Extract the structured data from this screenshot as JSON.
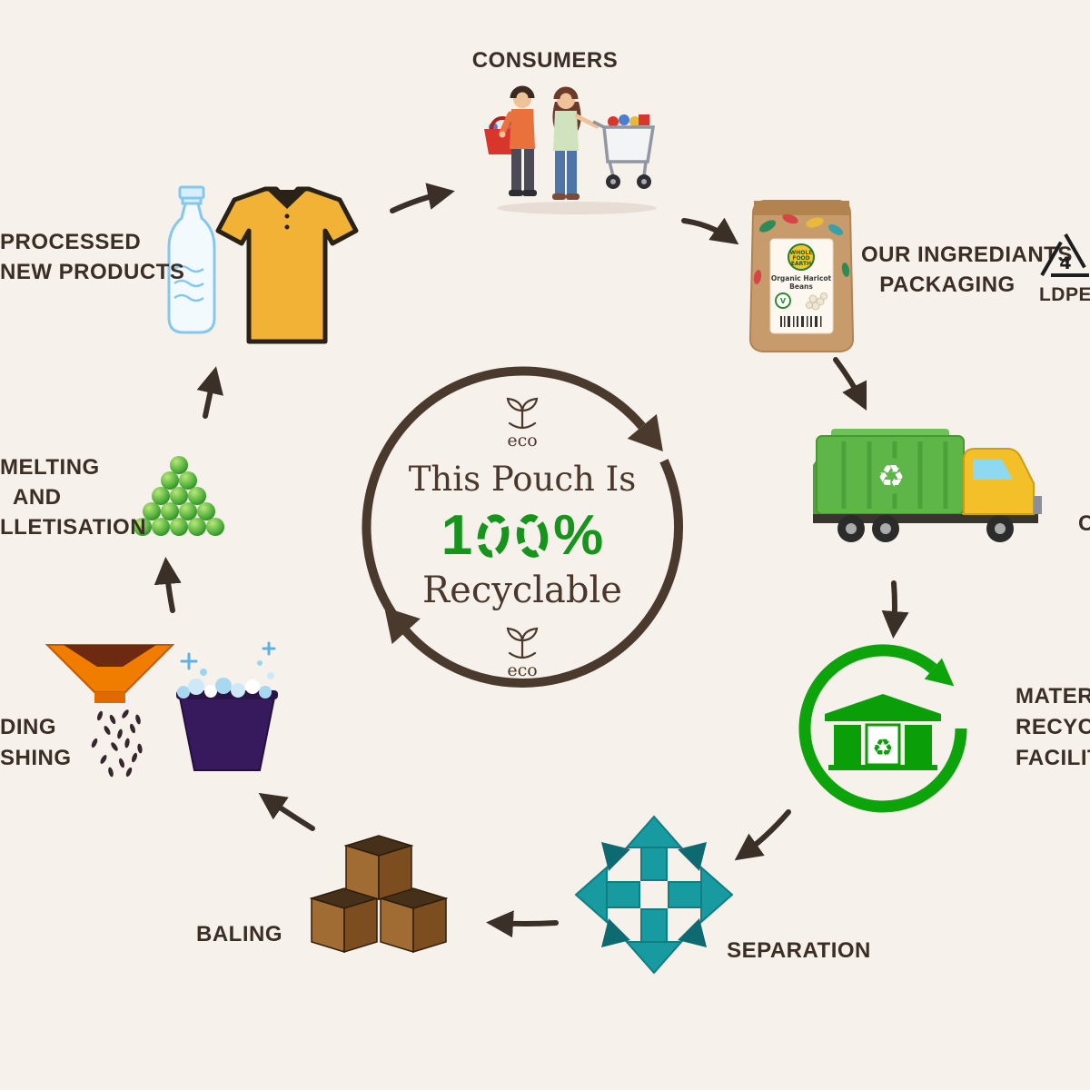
{
  "canvas": {
    "background": "#f7f1ec",
    "label_color": "#3b2e24",
    "arrow_color": "#3a3028"
  },
  "center": {
    "eco_top": "eco",
    "eco_bottom": "eco",
    "line1": "This Pouch Is",
    "percent_one": "1",
    "percent_sign": "%",
    "line2": "Recyclable",
    "green": "#17941c",
    "ring_color": "#4a3a2e"
  },
  "labels": {
    "consumers": "CONSUMERS",
    "packaging_line1": "OUR INGREDIANTS",
    "packaging_line2": "PACKAGING",
    "ldpe_code": "4",
    "ldpe_name": "LDPE",
    "collection": "C",
    "mrf_line1": "MATERIA",
    "mrf_line2": "RECYCLI",
    "mrf_line3": "FACILIT",
    "separation": "SEPARATION",
    "baling": "BALING",
    "shred_line1": "DING",
    "shred_line2": "SHING",
    "melting_line1": "MELTING",
    "melting_line2": "AND",
    "melting_line3": "LLETISATION",
    "products_line1": "PROCESSED",
    "products_line2": "NEW PRODUCTS"
  },
  "pouch": {
    "brand_line1": "WHOLE",
    "brand_line2": "FOOD",
    "brand_line3": "EARTH",
    "product_line1": "Organic Haricot",
    "product_line2": "Beans",
    "v_badge": "V"
  },
  "glyphs": {
    "recycle": "♻"
  }
}
